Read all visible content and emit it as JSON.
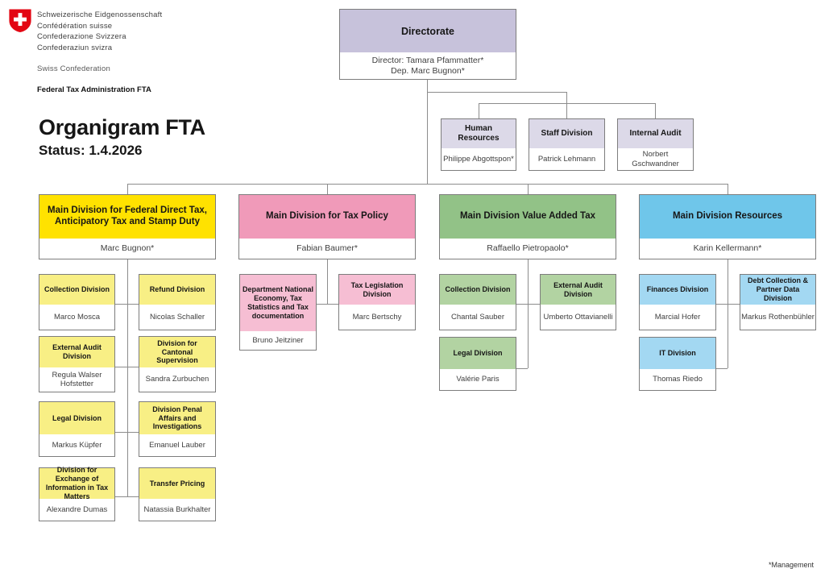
{
  "header": {
    "confederation_lines": [
      "Schweizerische Eidgenossenschaft",
      "Confédération suisse",
      "Confederazione Svizzera",
      "Confederaziun svizra"
    ],
    "confederation_en": "Swiss Confederation",
    "office": "Federal Tax Administration FTA",
    "title": "Organigram FTA",
    "status": "Status: 1.4.2026"
  },
  "footnote": "*Management",
  "colors": {
    "logo_red": "#e30613",
    "directorate_header": "#c7c2db",
    "staff_header": "#dcd9e8",
    "division_yellow": "#ffe200",
    "division_yellow_sub": "#f8ef85",
    "division_pink": "#f09ab9",
    "division_pink_sub": "#f6bed3",
    "division_green": "#92c287",
    "division_green_sub": "#b2d3a2",
    "division_blue": "#6fc6ea",
    "division_blue_sub": "#a3d8f2",
    "connector_gray": "#8c8c8c"
  },
  "org": {
    "directorate": {
      "title": "Directorate",
      "line1": "Director: Tamara Pfammatter*",
      "line2": "Dep. Marc Bugnon*"
    },
    "staff_units": [
      {
        "title": "Human Resources",
        "name": "Philippe Abgottspon*"
      },
      {
        "title": "Staff Division",
        "name": "Patrick Lehmann"
      },
      {
        "title": "Internal Audit",
        "name": "Norbert Gschwandner"
      }
    ],
    "divisions": [
      {
        "title": "Main Division for Federal Direct Tax, Anticipatory Tax and Stamp Duty",
        "name": "Marc Bugnon*",
        "children": [
          {
            "title": "Collection Division",
            "name": "Marco Mosca"
          },
          {
            "title": "Refund Division",
            "name": "Nicolas Schaller"
          },
          {
            "title": "External Audit Division",
            "name": "Regula Walser Hofstetter"
          },
          {
            "title": "Division for Cantonal Supervision",
            "name": "Sandra Zurbuchen"
          },
          {
            "title": "Legal Division",
            "name": "Markus Küpfer"
          },
          {
            "title": "Division Penal Affairs and Investigations",
            "name": "Emanuel Lauber"
          },
          {
            "title": "Division for Exchange of Information in Tax Matters",
            "name": "Alexandre Dumas"
          },
          {
            "title": "Transfer Pricing",
            "name": "Natassia Burkhalter"
          }
        ]
      },
      {
        "title": "Main Division for Tax Policy",
        "name": "Fabian Baumer*",
        "children": [
          {
            "title": "Department National Economy, Tax Statistics and Tax documentation",
            "name": "Bruno Jeitziner"
          },
          {
            "title": "Tax Legislation Division",
            "name": "Marc Bertschy"
          }
        ]
      },
      {
        "title": "Main Division Value Added Tax",
        "name": "Raffaello Pietropaolo*",
        "children": [
          {
            "title": "Collection Division",
            "name": "Chantal Sauber"
          },
          {
            "title": "External Audit Division",
            "name": "Umberto Ottavianelli"
          },
          {
            "title": "Legal Division",
            "name": "Valérie Paris"
          }
        ]
      },
      {
        "title": "Main Division Resources",
        "name": "Karin Kellermann*",
        "children": [
          {
            "title": "Finances Division",
            "name": "Marcial Hofer"
          },
          {
            "title": "Debt Collection & Partner Data Division",
            "name": "Markus Rothenbühler"
          },
          {
            "title": "IT Division",
            "name": "Thomas Riedo"
          }
        ]
      }
    ]
  }
}
